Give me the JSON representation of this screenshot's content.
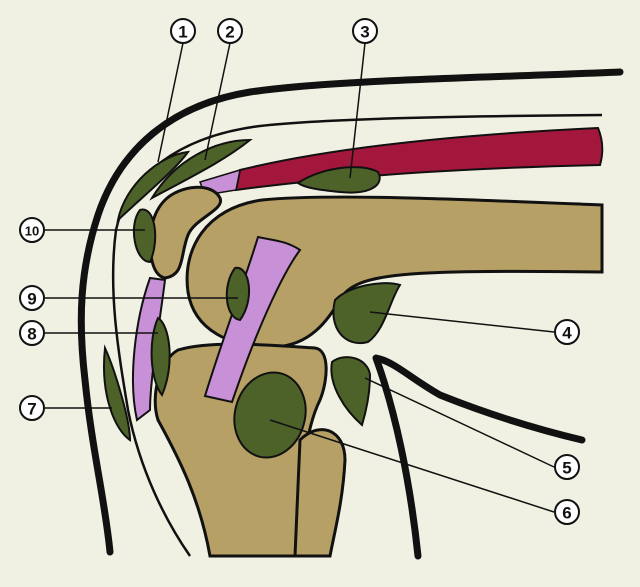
{
  "colors": {
    "background": "#f1f1e3",
    "bone": "#b7a066",
    "fat_pad": "#4d6229",
    "muscle": "#a4173c",
    "ligament": "#c890d6",
    "outline": "#111111"
  },
  "labels": [
    {
      "id": "1",
      "text": "1"
    },
    {
      "id": "2",
      "text": "2"
    },
    {
      "id": "3",
      "text": "3"
    },
    {
      "id": "4",
      "text": "4"
    },
    {
      "id": "5",
      "text": "5"
    },
    {
      "id": "6",
      "text": "6"
    },
    {
      "id": "7",
      "text": "7"
    },
    {
      "id": "8",
      "text": "8"
    },
    {
      "id": "9",
      "text": "9"
    },
    {
      "id": "10",
      "text": "10"
    }
  ]
}
